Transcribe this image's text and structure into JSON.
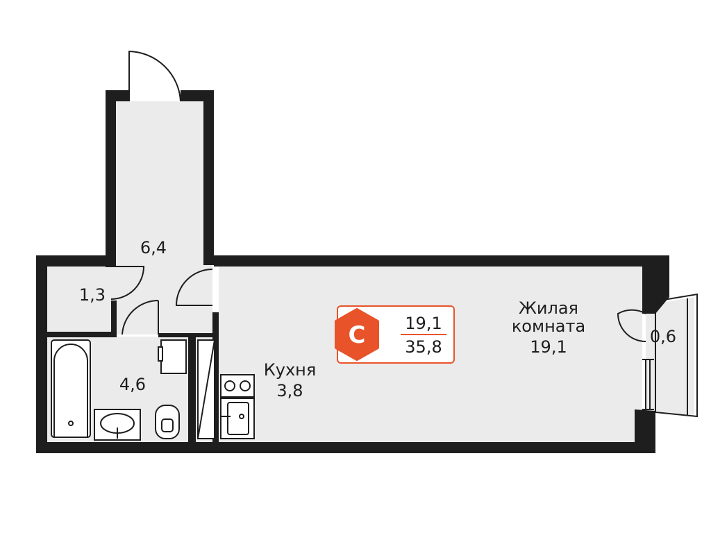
{
  "rooms": {
    "corridor": {
      "area": "6,4"
    },
    "wc": {
      "area": "1,3"
    },
    "bathroom": {
      "area": "4,6"
    },
    "kitchen": {
      "name": "Кухня",
      "area": "3,8"
    },
    "living": {
      "name_line1": "Жилая",
      "name_line2": "комната",
      "area": "19,1"
    },
    "balcony": {
      "area": "0,6"
    }
  },
  "badge": {
    "logo_letter": "C",
    "living_area": "19,1",
    "total_area": "35,8"
  },
  "colors": {
    "wall": "#1e1e1e",
    "floor": "#ebebeb",
    "accent": "#e8532a",
    "fixture": "#ffffff"
  },
  "icons": {
    "logo": "hexagon-c-logo",
    "bathtub": "bathtub-icon",
    "sink": "sink-icon",
    "toilet": "toilet-icon",
    "stove": "stove-icon",
    "washer": "washing-machine-icon"
  }
}
